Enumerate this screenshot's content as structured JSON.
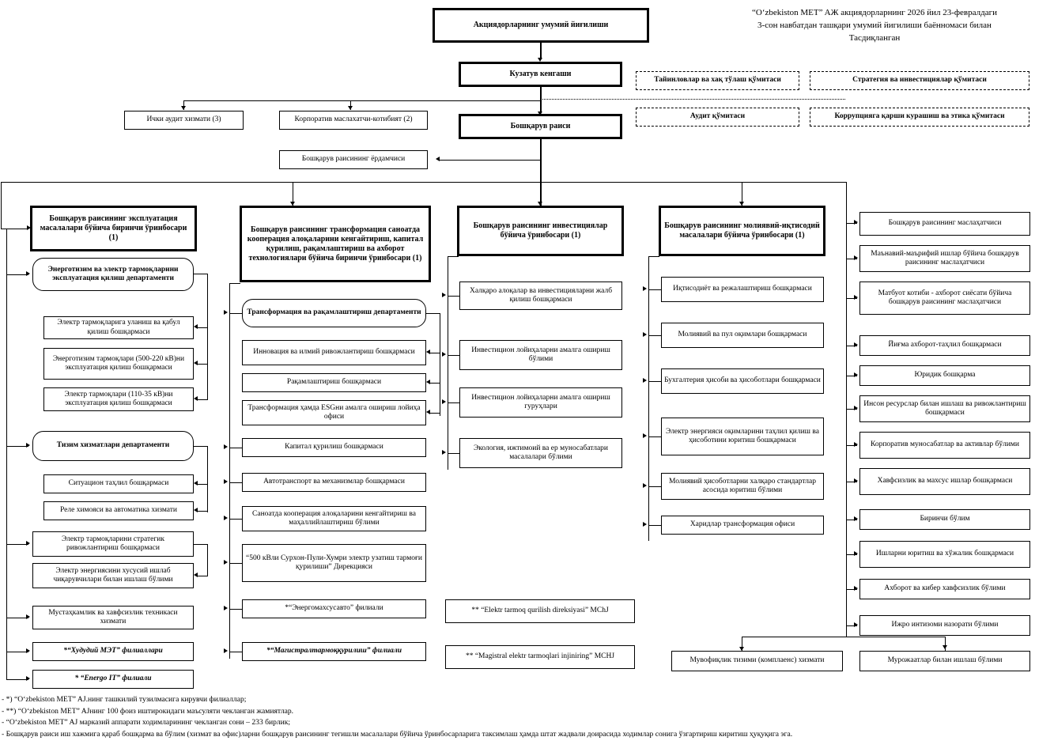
{
  "header": {
    "line1": "“O‘zbekiston MET” AЖ акциядорларнинг 2026 йил 23-февралдаги",
    "line2": "3-сон навбатдан ташқари умумий йигилиши баённомаси билан",
    "line3": "Тасдиқланган"
  },
  "top": {
    "shareholders_meeting": "Акциядорларнинг умумий йиғилиши",
    "supervisory_board": "Кузатув кенгаши",
    "board_chairman": "Бошқарув раиси",
    "internal_audit": "Ички аудит хизмати (3)",
    "corporate_secretary": "Корпоратив маслахатчи-котибият (2)",
    "chairman_assistant": "Бошқарув раисининг ёрдамчиси"
  },
  "committees": [
    "Тайинловлар ва хақ тўлаш қўмитаси",
    "Стратегия ва инвестициялар қўмитаси",
    "Аудит қўмитаси",
    "Коррупцияга қарши курашиш ва этика қўмитаси"
  ],
  "col1": {
    "head": "Бошқарув раисининг эксплуатация масалалари бўйича биринчи ўринбосари (1)",
    "dept1": "Энерготизим ва электр тармоқларини эксплуатация қилиш департаменти",
    "dept1_items": [
      "Электр тармоқларига уланиш ва қабул қилиш бошқармаси",
      "Энерготизим тармоқлари (500-220 кВ)ни эксплуатация қилиш бошқармаси",
      "Электр тармоқлари (110-35 кВ)ни эксплуатация қилиш бошқармаси"
    ],
    "dept2": "Тизим хизматлари департаменти",
    "dept2_items": [
      "Ситуацион таҳлил бошқармаси",
      "Реле химояси ва автоматика хизмати"
    ],
    "other": [
      "Электр тармоқларини стратегик ривожлантириш бошқармаси",
      "Электр энергиясини хусусий ишлаб чиқарувчилари билан ишлаш бўлими",
      "Мустаҳкамлик ва хавфсизлик техникаси хизмати"
    ],
    "branch1": "*“Худудий МЭТ” филиаллари",
    "branch2": "* “Energo IT” филиали"
  },
  "col2": {
    "head": "Бошқарув раисининг трансформация саноатда кооперация алоқаларини кенгайтириш, капитал қурилиш, рақамлаштириш ва ахборот технологиялари бўйича биринчи ўринбосари (1)",
    "dept1": "Трансформация ва рақамлаштириш департаменти",
    "dept1_items": [
      "Инновация ва илмий ривожлантириш бошқармаси",
      "Рақамлаштириш бошқармаси",
      "Трансформация ҳамда ESGни амалга ошириш лойиҳа офиси"
    ],
    "other": [
      "Капитал қурилиш бошқармаси",
      "Автотранспорт ва механизмлар бошқармаси",
      "Саноатда кооперация алоқаларини кенгайтириш ва маҳаллийлаштириш бўлими",
      "“500 кВли Сурхон-Пули-Хумри электр узатиш тармоғи қурилиши” Дирекцияси"
    ],
    "branch1": "*“Энергомахсусавто” филиали",
    "branch2": "*“Магистралтармоққурилиш” филиали"
  },
  "col3": {
    "head": "Бошқарув раисининг инвестициялар бўйича ўринбосари (1)",
    "items": [
      "Халқаро алоқалар ва инвестицияларни жалб қилиш бошқармаси",
      "Инвестицион лойиҳаларни амалга ошириш бўлими",
      "Инвестицион лойиҳаларни амалга ошириш гуруҳлари",
      "Экология, ижтимоий ва ер муносабатлари масалалари бўлими"
    ]
  },
  "col4": {
    "head": "Бошқарув раисининг молиявий-иқтисодий масалалари бўйича ўринбосари (1)",
    "items": [
      "Иқтисодиёт ва режалаштириш бошқармаси",
      "Молиявий ва пул оқимлари бошқармаси",
      "Бухгалтерия ҳисоби ва ҳисоботлари бошқармаси",
      "Электр энергияси оқимларини таҳлил қилиш ва ҳисоботини юритиш бошқармаси",
      "Молиявий ҳисоботларни халқаро стандартлар асосида юритиш бўлими",
      "Харидлар трансформация офиси"
    ]
  },
  "col5": {
    "items": [
      "Бошқарув раисининг маслаҳатчиси",
      "Маънавий-маърифий ишлар бўйича бошқарув раисининг маслаҳатчиси",
      "Матбуот котиби - ахборот сиёсати бўйича бошқарув раисининг маслаҳатчиси",
      "Йиғма ахборот-таҳлил бошқармаси",
      "Юридик бошқарма",
      "Инсон ресурслар билан ишлаш ва ривожлантириш бошқармаси",
      "Корпоратив муносабатлар ва активлар бўлими",
      "Хавфсизлик ва махсус ишлар бошқармаси",
      "Биринчи бўлим",
      "Ишларни юритиш ва хўжалик бошқармаси",
      "Ахборот ва кибер хавфсизлик бўлими",
      "Ижро интизоми назорати бўлими"
    ]
  },
  "bottom": {
    "llc1": "** “Elektr tarmoq qurilish direksiyasi” MChJ",
    "llc2": "** “Magistral elektr tarmoqlari injiniring” MCHJ",
    "compliance": "Мувофиқлик тизими (комплаенс) хизмати",
    "appeals": "Мурожаатлар билан ишлаш бўлими"
  },
  "footnotes": [
    "- *) “O‘zbekiston MET” AJ.нинг ташкилий  тузилмасига кирувчи филиаллар;",
    "- **) “O‘zbekiston MET” AJнинг 100 фоиз иштирокидаги маъсуляти чекланган жамиятлар.",
    "- “O‘zbekiston MET” AJ марказий аппарати ходимларининг чекланган сони – 233 бирлик;",
    "- Бошқарув раиси иш хажмига қараб бошқарма ва бўлим (хизмат ва офис)ларни бошқарув раисининг тегишли масалалари бўйича ўринбосарларига таксимлаш ҳамда штат жадвали доирасида ходимлар сонига ўзгартириш киритиш ҳуқуқига эга."
  ]
}
